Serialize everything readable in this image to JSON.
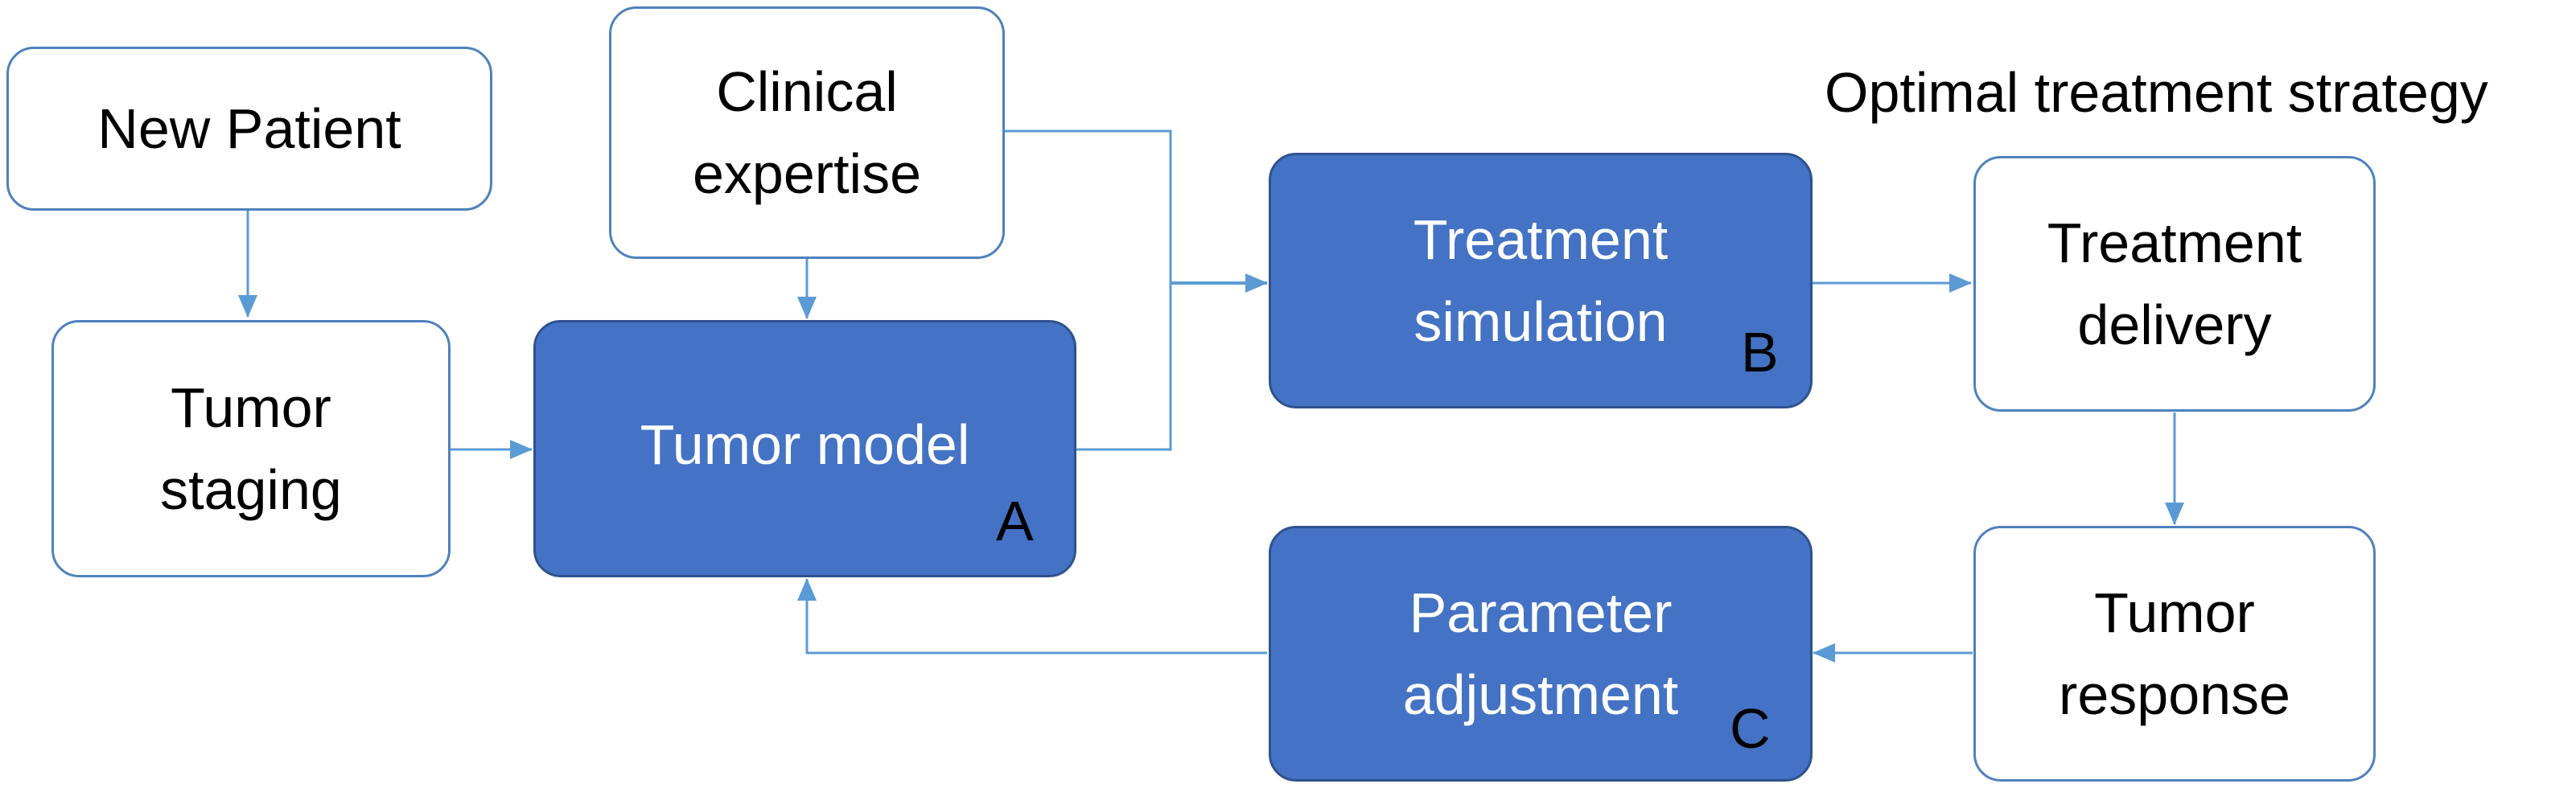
{
  "diagram": {
    "label_above_delivery": "Optimal treatment strategy",
    "nodes": {
      "new_patient": {
        "lines": [
          "New Patient"
        ]
      },
      "clinical_expertise": {
        "lines": [
          "Clinical",
          "expertise"
        ]
      },
      "tumor_staging": {
        "lines": [
          "Tumor",
          "staging"
        ]
      },
      "tumor_model": {
        "lines": [
          "Tumor model"
        ],
        "letter": "A"
      },
      "treatment_simulation": {
        "lines": [
          "Treatment",
          "simulation"
        ],
        "letter": "B"
      },
      "treatment_delivery": {
        "lines": [
          "Treatment",
          "delivery"
        ]
      },
      "parameter_adjustment": {
        "lines": [
          "Parameter",
          "adjustment"
        ],
        "letter": "C"
      },
      "tumor_response": {
        "lines": [
          "Tumor",
          "response"
        ]
      }
    },
    "edges": [
      {
        "from": "New Patient",
        "to": "Tumor staging"
      },
      {
        "from": "Clinical expertise",
        "to": "Tumor model"
      },
      {
        "from": "Clinical expertise",
        "to": "Treatment simulation"
      },
      {
        "from": "Tumor staging",
        "to": "Tumor model"
      },
      {
        "from": "Tumor model",
        "to": "Treatment simulation"
      },
      {
        "from": "Treatment simulation",
        "to": "Treatment delivery"
      },
      {
        "from": "Treatment delivery",
        "to": "Tumor response"
      },
      {
        "from": "Tumor response",
        "to": "Parameter adjustment"
      },
      {
        "from": "Parameter adjustment",
        "to": "Tumor model"
      }
    ],
    "colors": {
      "process_fill": "#4472c4",
      "process_border": "#2f528f",
      "io_border": "#4f81bd",
      "arrow": "#5b9bd5"
    }
  }
}
